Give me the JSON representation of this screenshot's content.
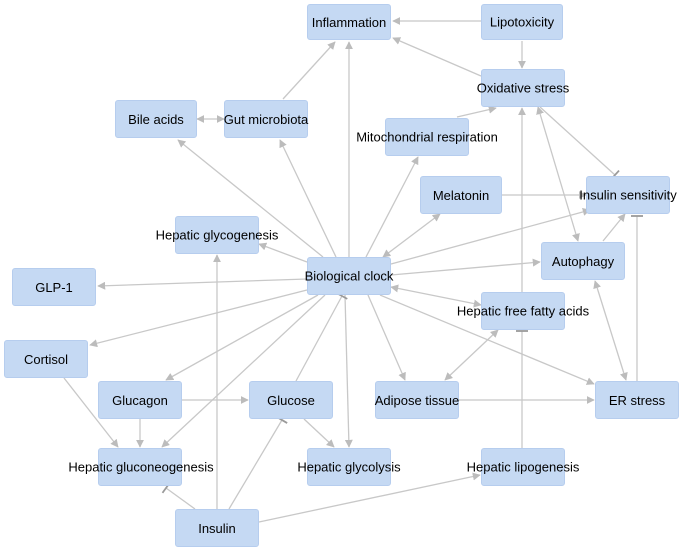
{
  "nodes": {
    "inflammation": "Inflammation",
    "lipotoxicity": "Lipotoxicity",
    "oxidative_stress": "Oxidative stress",
    "bile_acids": "Bile acids",
    "gut_microbiota": "Gut microbiota",
    "mitochondrial_respiration": "Mitochondrial respiration",
    "melatonin": "Melatonin",
    "insulin_sensitivity": "Insulin sensitivity",
    "hepatic_glycogenesis": "Hepatic glycogenesis",
    "biological_clock": "Biological clock",
    "autophagy": "Autophagy",
    "glp1": "GLP-1",
    "hepatic_ffa": "Hepatic free fatty acids",
    "cortisol": "Cortisol",
    "glucagon": "Glucagon",
    "glucose": "Glucose",
    "adipose_tissue": "Adipose tissue",
    "er_stress": "ER stress",
    "hepatic_gluconeogenesis": "Hepatic gluconeogenesis",
    "hepatic_glycolysis": "Hepatic glycolysis",
    "hepatic_lipogenesis": "Hepatic lipogenesis",
    "insulin": "Insulin"
  }
}
